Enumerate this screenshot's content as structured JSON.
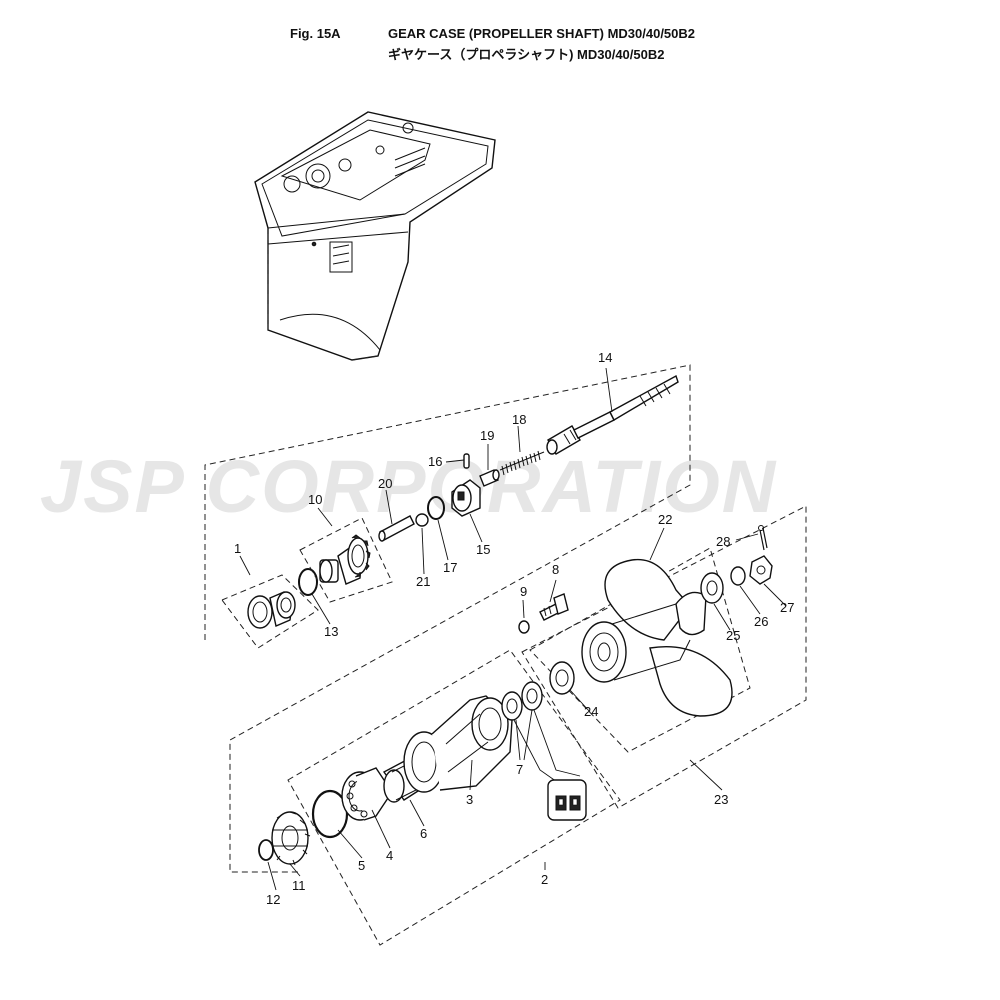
{
  "header": {
    "fig_label": "Fig. 15A",
    "title_en": "GEAR CASE (PROPELLER SHAFT) MD30/40/50B2",
    "title_ja": "ギヤケース（プロペラシャフト) MD30/40/50B2"
  },
  "watermark": {
    "text": "JSP CORPORATION"
  },
  "callouts": [
    "1",
    "2",
    "3",
    "4",
    "5",
    "6",
    "7",
    "8",
    "9",
    "10",
    "11",
    "12",
    "13",
    "14",
    "15",
    "16",
    "17",
    "18",
    "19",
    "20",
    "21",
    "22",
    "23",
    "24",
    "25",
    "26",
    "27",
    "28"
  ]
}
